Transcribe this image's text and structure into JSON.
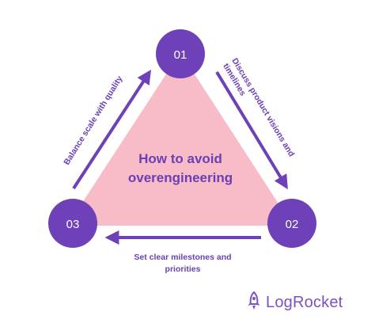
{
  "center_title": [
    "How to avoid",
    "overengineering"
  ],
  "nodes": {
    "n1": "01",
    "n2": "02",
    "n3": "03"
  },
  "edges": {
    "right": [
      "Discuss product visions and",
      "timelines"
    ],
    "bottom": [
      "Set clear milestones and",
      "priorities"
    ],
    "left": [
      "Balance scale with quality"
    ]
  },
  "brand": {
    "name": "LogRocket",
    "icon": "rocket-icon"
  },
  "colors": {
    "triangle_fill": "#f7bcc8",
    "node_fill": "#6e41b8",
    "arrow": "#6e41b8",
    "text_accent": "#6a3fb5"
  }
}
